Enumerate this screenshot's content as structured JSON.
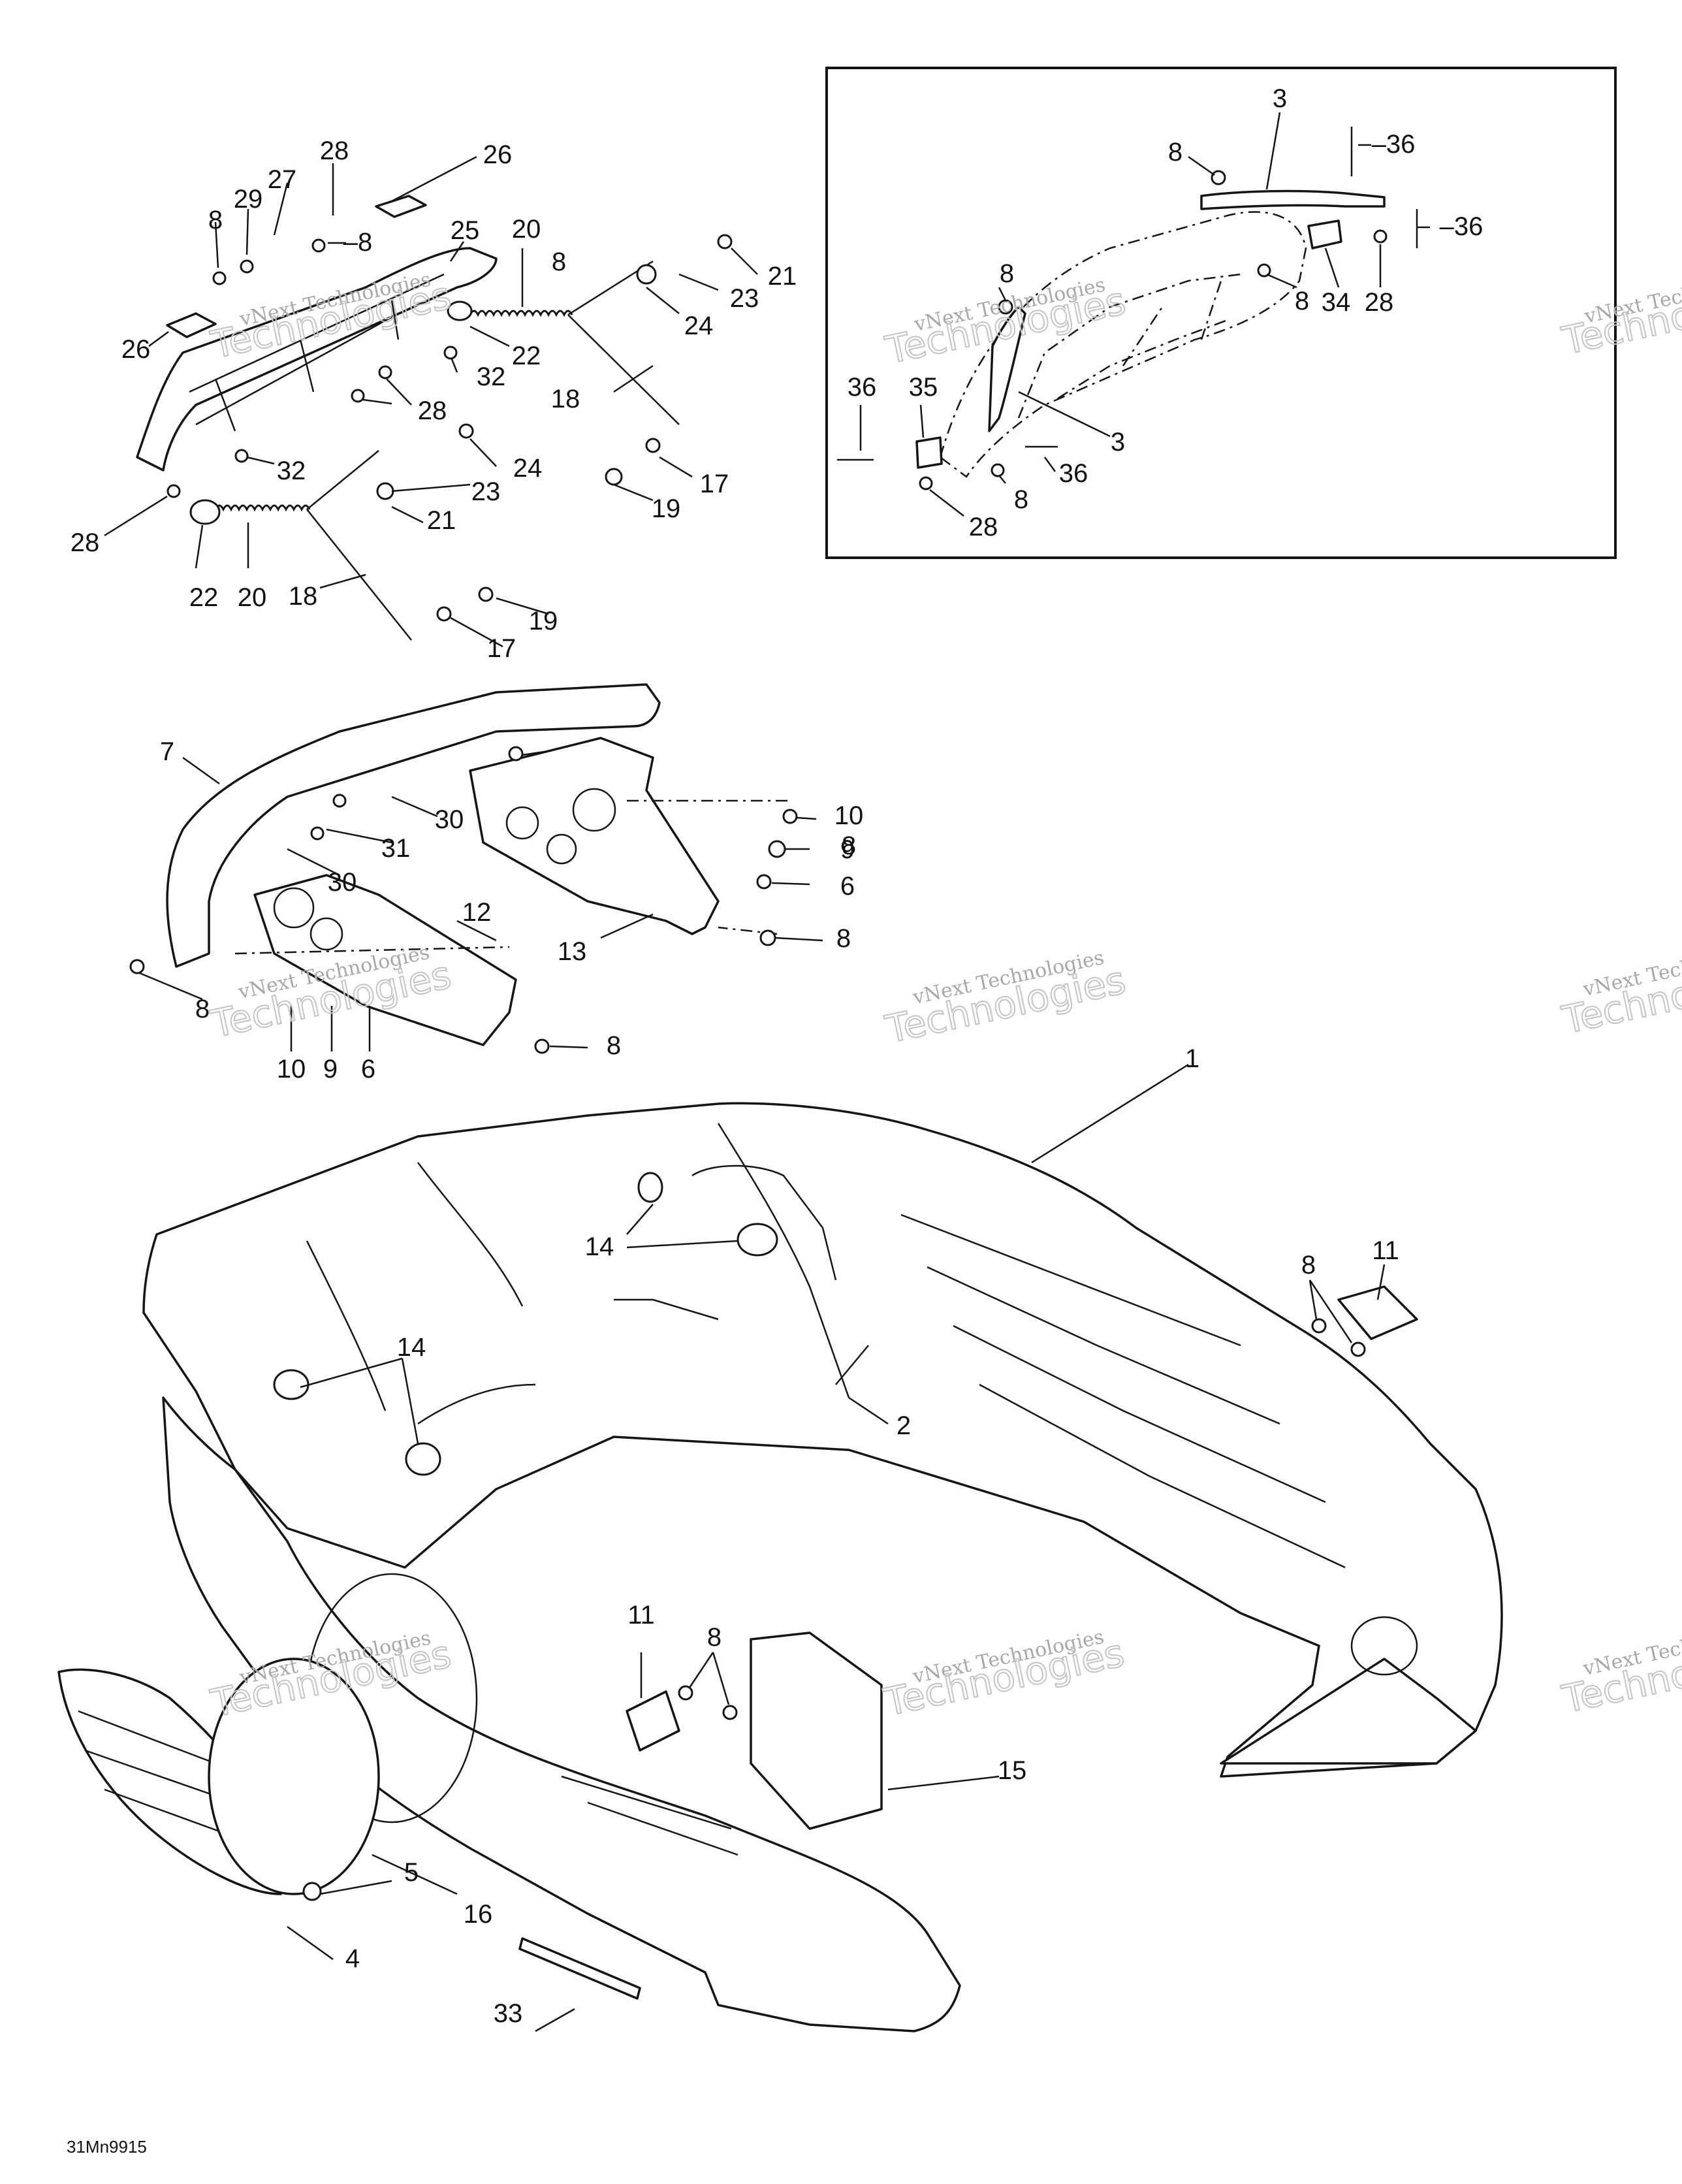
{
  "figure_code": "31Mn9915",
  "watermark": {
    "line1": "vNext Technologies",
    "line2": "Technologies",
    "line2_partial": "Techno",
    "corner1": "vNe",
    "corner2": "vNext"
  },
  "callouts": [
    {
      "id": "c-1",
      "label": "1"
    },
    {
      "id": "c-2",
      "label": "2"
    },
    {
      "id": "c-3a",
      "label": "3"
    },
    {
      "id": "c-3b",
      "label": "3"
    },
    {
      "id": "c-4",
      "label": "4"
    },
    {
      "id": "c-5",
      "label": "5"
    },
    {
      "id": "c-6a",
      "label": "6"
    },
    {
      "id": "c-6b",
      "label": "6"
    },
    {
      "id": "c-7",
      "label": "7"
    },
    {
      "id": "c-8a",
      "label": "8"
    },
    {
      "id": "c-8b",
      "label": "8"
    },
    {
      "id": "c-8c",
      "label": "8"
    },
    {
      "id": "c-8d",
      "label": "8"
    },
    {
      "id": "c-8e",
      "label": "8"
    },
    {
      "id": "c-8f",
      "label": "8"
    },
    {
      "id": "c-8g",
      "label": "8"
    },
    {
      "id": "c-8h",
      "label": "8"
    },
    {
      "id": "c-8i",
      "label": "8"
    },
    {
      "id": "c-8j",
      "label": "8"
    },
    {
      "id": "c-8k",
      "label": "8"
    },
    {
      "id": "c-8l",
      "label": "8"
    },
    {
      "id": "c-8m",
      "label": "8"
    },
    {
      "id": "c-9a",
      "label": "9"
    },
    {
      "id": "c-9b",
      "label": "9"
    },
    {
      "id": "c-10a",
      "label": "10"
    },
    {
      "id": "c-10b",
      "label": "10"
    },
    {
      "id": "c-11a",
      "label": "11"
    },
    {
      "id": "c-11b",
      "label": "11"
    },
    {
      "id": "c-12",
      "label": "12"
    },
    {
      "id": "c-13",
      "label": "13"
    },
    {
      "id": "c-14a",
      "label": "14"
    },
    {
      "id": "c-14b",
      "label": "14"
    },
    {
      "id": "c-15",
      "label": "15"
    },
    {
      "id": "c-16",
      "label": "16"
    },
    {
      "id": "c-17a",
      "label": "17"
    },
    {
      "id": "c-17b",
      "label": "17"
    },
    {
      "id": "c-18a",
      "label": "18"
    },
    {
      "id": "c-18b",
      "label": "18"
    },
    {
      "id": "c-19a",
      "label": "19"
    },
    {
      "id": "c-19b",
      "label": "19"
    },
    {
      "id": "c-20a",
      "label": "20"
    },
    {
      "id": "c-20b",
      "label": "20"
    },
    {
      "id": "c-21a",
      "label": "21"
    },
    {
      "id": "c-21b",
      "label": "21"
    },
    {
      "id": "c-22a",
      "label": "22"
    },
    {
      "id": "c-22b",
      "label": "22"
    },
    {
      "id": "c-23a",
      "label": "23"
    },
    {
      "id": "c-23b",
      "label": "23"
    },
    {
      "id": "c-24a",
      "label": "24"
    },
    {
      "id": "c-24b",
      "label": "24"
    },
    {
      "id": "c-25",
      "label": "25"
    },
    {
      "id": "c-26a",
      "label": "26"
    },
    {
      "id": "c-26b",
      "label": "26"
    },
    {
      "id": "c-27",
      "label": "27"
    },
    {
      "id": "c-28a",
      "label": "28"
    },
    {
      "id": "c-28b",
      "label": "28"
    },
    {
      "id": "c-28c",
      "label": "28"
    },
    {
      "id": "c-28d",
      "label": "28"
    },
    {
      "id": "c-28e",
      "label": "28"
    },
    {
      "id": "c-29",
      "label": "29"
    },
    {
      "id": "c-30a",
      "label": "30"
    },
    {
      "id": "c-30b",
      "label": "30"
    },
    {
      "id": "c-31",
      "label": "31"
    },
    {
      "id": "c-32a",
      "label": "32"
    },
    {
      "id": "c-32b",
      "label": "32"
    },
    {
      "id": "c-33",
      "label": "33"
    },
    {
      "id": "c-34",
      "label": "34"
    },
    {
      "id": "c-35",
      "label": "35"
    },
    {
      "id": "c-36a",
      "label": "36"
    },
    {
      "id": "c-36b",
      "label": "36"
    },
    {
      "id": "c-36c",
      "label": "36"
    },
    {
      "id": "c-36d",
      "label": "36"
    }
  ]
}
